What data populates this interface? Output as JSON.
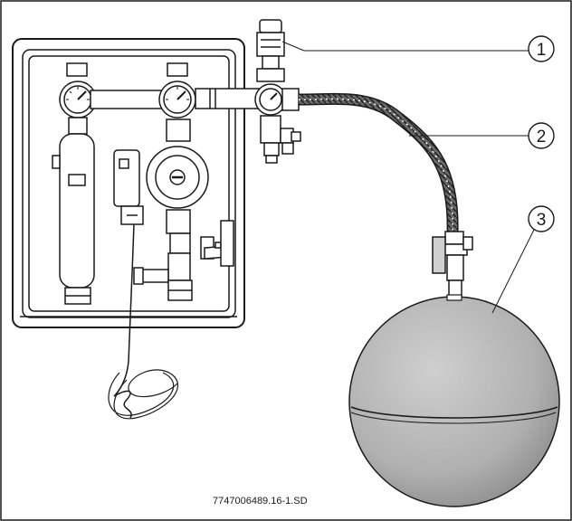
{
  "callouts": [
    {
      "label": "1"
    },
    {
      "label": "2"
    },
    {
      "label": "3"
    }
  ],
  "reference_code": "7747006489.16-1.SD",
  "colors": {
    "line": "#1a1a1a",
    "vessel_fill": "#b3b3b3",
    "vessel_shadow": "#8e8e8e",
    "panel_fill": "#ffffff",
    "hose_fill": "#555555"
  }
}
